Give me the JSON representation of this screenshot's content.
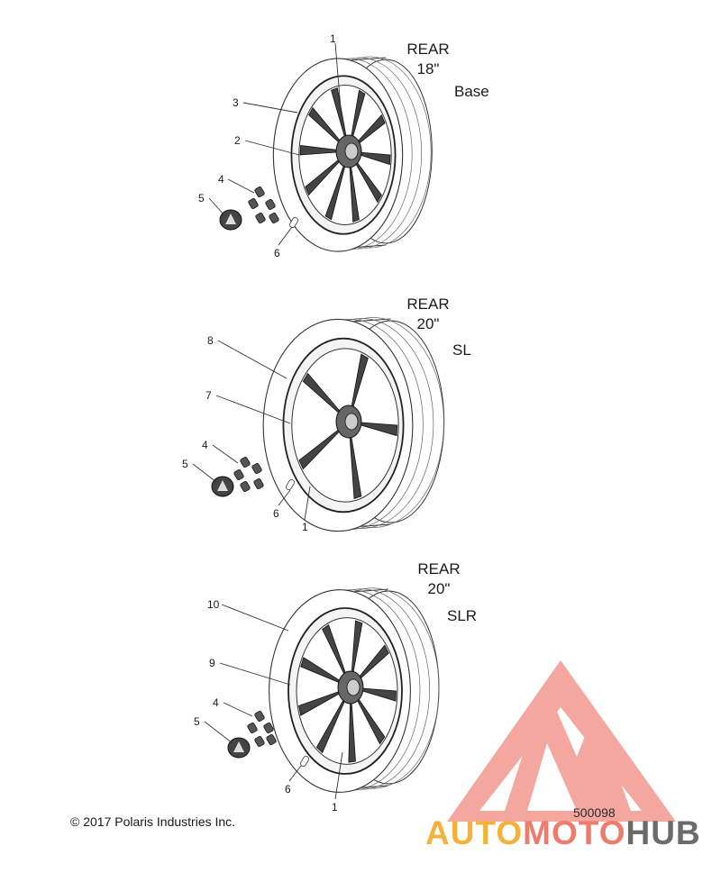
{
  "diagrams": [
    {
      "title_line1": "REAR",
      "title_line2": "18\"",
      "variant": "Base",
      "callouts": [
        "1",
        "3",
        "2",
        "4",
        "5",
        "6"
      ]
    },
    {
      "title_line1": "REAR",
      "title_line2": "20\"",
      "variant": "SL",
      "callouts": [
        "8",
        "7",
        "4",
        "5",
        "6",
        "1"
      ]
    },
    {
      "title_line1": "REAR",
      "title_line2": "20\"",
      "variant": "SLR",
      "callouts": [
        "10",
        "9",
        "4",
        "5",
        "6",
        "1"
      ]
    }
  ],
  "copyright": "© 2017 Polaris Industries Inc.",
  "diagram_number": "500098",
  "watermark": {
    "part1": "AUTO",
    "part2": "MOTO",
    "part3": "HUB",
    "colors": {
      "yellow": "#f4b23c",
      "salmon": "#ee7c6c",
      "gray": "#6b6b6b"
    }
  }
}
